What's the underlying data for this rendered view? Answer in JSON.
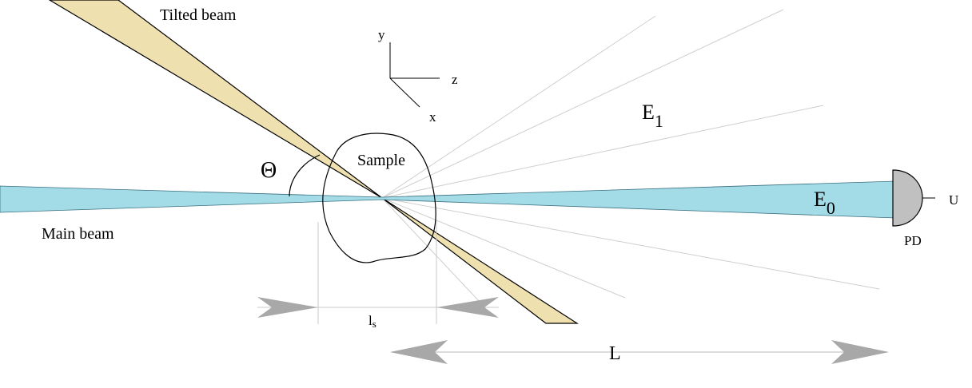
{
  "labels": {
    "tilted_beam": "Tilted beam",
    "main_beam": "Main beam",
    "sample": "Sample",
    "theta": "Θ",
    "axis_y": "y",
    "axis_z": "z",
    "axis_x": "x",
    "e1_main": "E",
    "e1_sub": "1",
    "e0_main": "E",
    "e0_sub": "0",
    "detector": "PD",
    "output": "U",
    "ls_main": "l",
    "ls_sub": "s",
    "length": "L"
  },
  "colors": {
    "main_beam": "#a3dbe6",
    "tilted_beam": "#efe0b0",
    "detector": "#c0c0c0",
    "scatter_rays": "#c8c8c8",
    "dimension_arrow": "#a8a8a8",
    "outline": "#000000"
  }
}
